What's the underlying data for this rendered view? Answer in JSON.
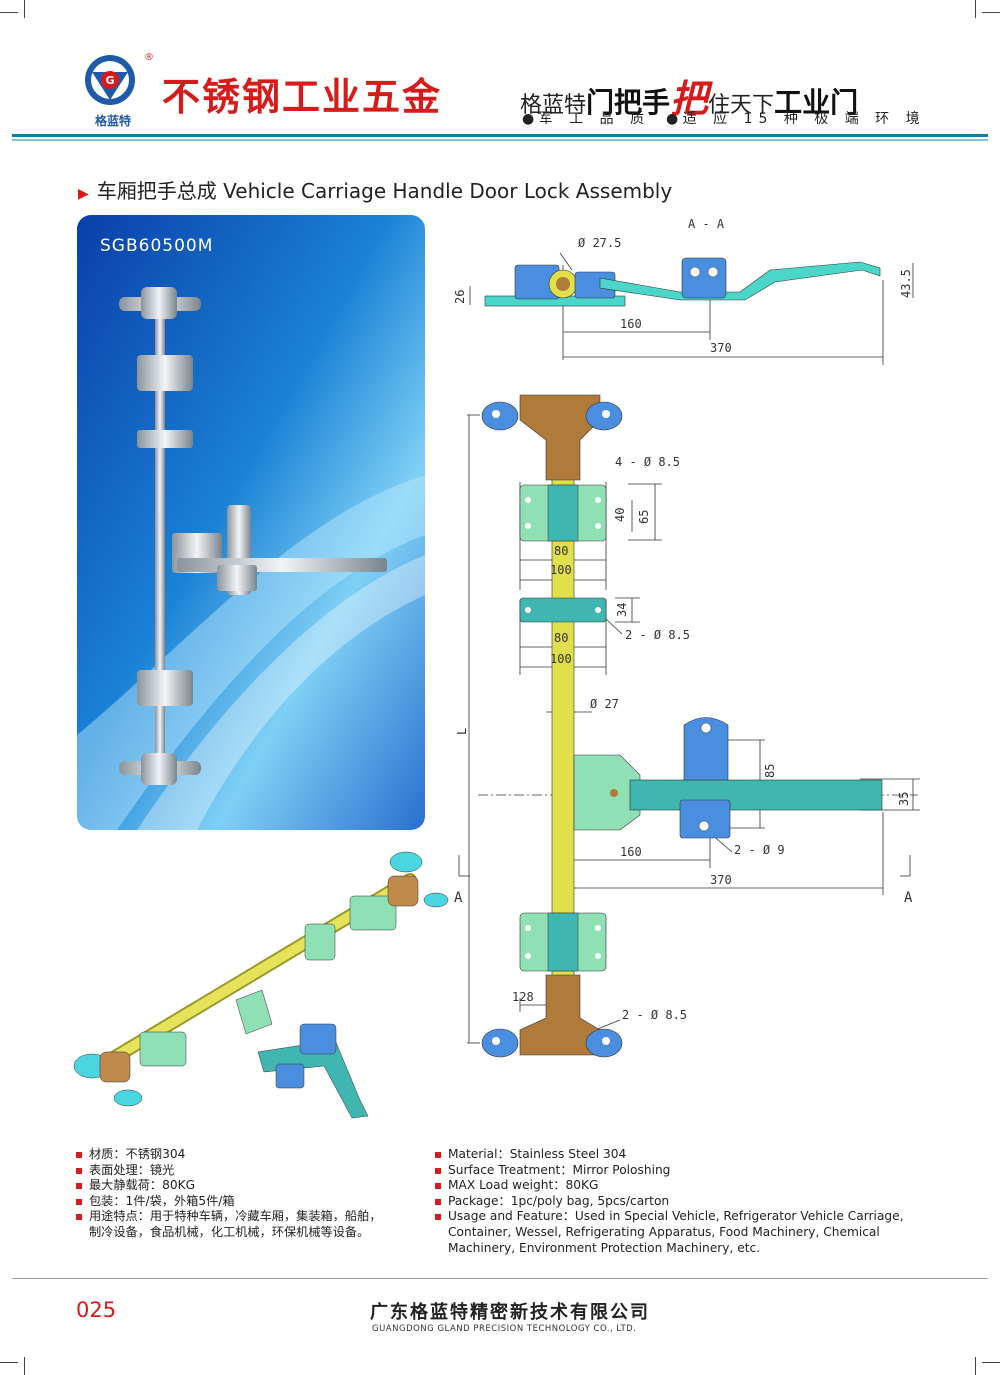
{
  "header": {
    "brand_cn": "格蓝特",
    "reg_mark": "®",
    "main_title": "不锈钢工业五金",
    "slogan_part1": "格蓝特",
    "slogan_part2": "门把手",
    "slogan_part3": "把",
    "slogan_part4": "住天下",
    "slogan_part5": "工业门",
    "sub_slogan_1": "军 工 品 质",
    "sub_slogan_2": "适 应 15 种 极 端 环 境"
  },
  "section": {
    "title": "车厢把手总成 Vehicle Carriage Handle Door Lock Assembly"
  },
  "product": {
    "model": "SGB60500M"
  },
  "drawing": {
    "section_label": "A - A",
    "top_dims": {
      "diameter": "Ø 27.5",
      "left_height": "26",
      "right_height": "43.5",
      "inner_length": "160",
      "total_length": "370"
    },
    "front_dims": {
      "hole_4": "4 - Ø 8.5",
      "h40": "40",
      "h65": "65",
      "w80_a": "80",
      "w100_a": "100",
      "h34": "34",
      "hole_2a": "2 - Ø 8.5",
      "w80_b": "80",
      "w100_b": "100",
      "bar_dia": "Ø 27",
      "length_L": "L",
      "h85": "85",
      "h35": "35",
      "len160": "160",
      "hole_2_9": "2 - Ø 9",
      "len370": "370",
      "w128": "128",
      "hole_2b": "2 - Ø 8.5",
      "cut_left": "A",
      "cut_right": "A"
    }
  },
  "specs_cn": [
    "材质：不锈钢304",
    "表面处理：镜光",
    "最大静载荷：80KG",
    "包装：1件/袋，外箱5件/箱",
    "用途特点：用于特种车辆，冷藏车厢，集装箱，船舶，",
    "制冷设备，食品机械，化工机械，环保机械等设备。"
  ],
  "specs_en": [
    "Material：Stainless Steel 304",
    "Surface Treatment：Mirror Poloshing",
    "MAX Load weight：80KG",
    "Package：1pc/poly bag,  5pcs/carton",
    "Usage and Feature：Used in Special Vehicle, Refrigerator Vehicle Carriage,",
    "Container, Wessel, Refrigerating Apparatus, Food Machinery, Chemical",
    "Machinery, Environment Protection Machinery, etc."
  ],
  "footer": {
    "page_number": "025",
    "company_cn": "广东格蓝特精密新技术有限公司",
    "company_en": "GUANGDONG GLAND PRECISION TECHNOLOGY CO., LTD."
  },
  "colors": {
    "accent_red": "#d71a1a",
    "brand_blue": "#1f5aa8",
    "header_teal": "#0f7fa0",
    "bar_yellow": "#e2e04a",
    "part_green": "#8fe0b4",
    "part_blue": "#4a8ee0",
    "part_teal": "#3fb6b0",
    "part_bronze": "#b07a3a"
  }
}
